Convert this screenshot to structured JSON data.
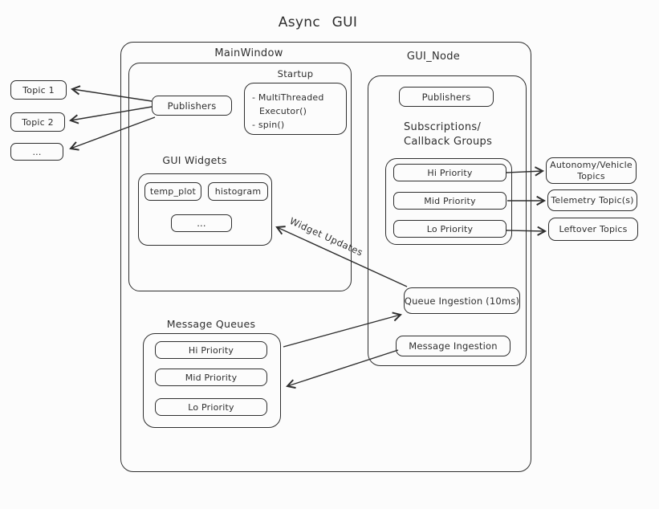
{
  "title": "Async  GUI",
  "outer": {
    "main_window": {
      "label": "MainWindow",
      "publishers": "Publishers",
      "startup": {
        "label": "Startup",
        "lines": [
          "- MultiThreaded",
          "Executor()",
          "- spin()"
        ]
      },
      "gui_widgets": {
        "label": "GUI Widgets",
        "items": [
          "temp_plot",
          "histogram",
          "..."
        ]
      }
    },
    "message_queues": {
      "label": "Message Queues",
      "items": [
        "Hi Priority",
        "Mid Priority",
        "Lo Priority"
      ]
    },
    "gui_node": {
      "label": "GUI_Node",
      "publishers": "Publishers",
      "subscriptions": {
        "label_lines": [
          "Subscriptions/",
          "Callback Groups"
        ],
        "items": [
          "Hi Priority",
          "Mid Priority",
          "Lo Priority"
        ]
      },
      "queue_ingestion": "Queue Ingestion (10ms)",
      "message_ingestion": "Message Ingestion"
    }
  },
  "left_topics": [
    "Topic 1",
    "Topic 2",
    "..."
  ],
  "right_topics": [
    {
      "lines": [
        "Autonomy/Vehicle",
        "Topics"
      ]
    },
    {
      "lines": [
        "Telemetry Topic(s)"
      ]
    },
    {
      "lines": [
        "Leftover Topics"
      ]
    }
  ],
  "edge_labels": {
    "widget_updates": "Widget Updates"
  },
  "colors": {
    "stroke": "#2e2e2e",
    "background": "#fcfcfc"
  }
}
